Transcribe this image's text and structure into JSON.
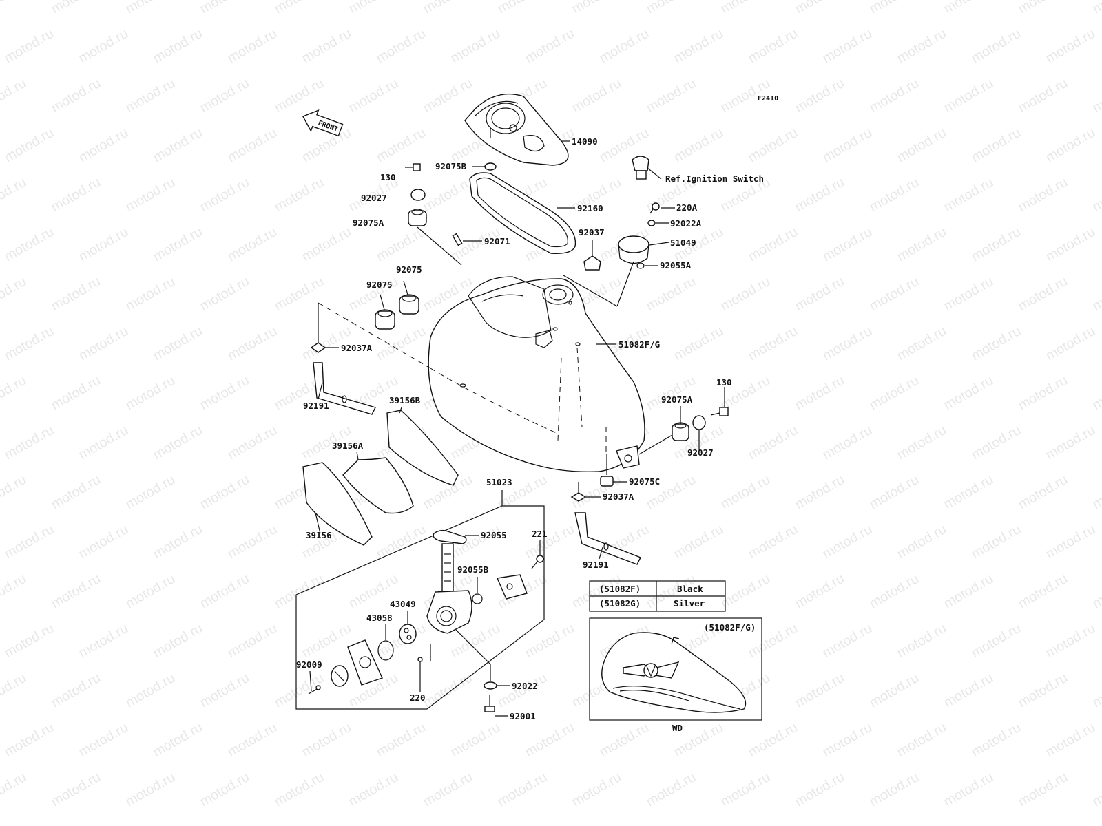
{
  "figure_code": "F2410",
  "front_label": "FRONT",
  "watermark_text": "motod.ru",
  "callouts": {
    "c14090": "14090",
    "c92075B": "92075B",
    "c130_top": "130",
    "c92027_top": "92027",
    "c92075A_top": "92075A",
    "c92160": "92160",
    "c92071": "92071",
    "ignition": "Ref.Ignition Switch",
    "c220A": "220A",
    "c92022A": "92022A",
    "c92037": "92037",
    "c51049": "51049",
    "c92055A": "92055A",
    "c92075_a": "92075",
    "c92075_b": "92075",
    "c92037A_left": "92037A",
    "c51082FG": "51082F/G",
    "c130_right": "130",
    "c92191_left": "92191",
    "c39156B": "39156B",
    "c92075A_right": "92075A",
    "c92027_right": "92027",
    "c39156A": "39156A",
    "c92075C": "92075C",
    "c51023": "51023",
    "c92037A_right": "92037A",
    "c39156": "39156",
    "c92055": "92055",
    "c221": "221",
    "c92055B": "92055B",
    "c92191_right": "92191",
    "c43049": "43049",
    "c43058": "43058",
    "c92009": "92009",
    "c92022": "92022",
    "c220": "220",
    "c92001": "92001"
  },
  "color_table": {
    "rows": [
      {
        "code": "(51082F)",
        "color": "Black"
      },
      {
        "code": "(51082G)",
        "color": "Silver"
      }
    ]
  },
  "inset": {
    "title": "(51082F/G)",
    "caption": "WD"
  }
}
